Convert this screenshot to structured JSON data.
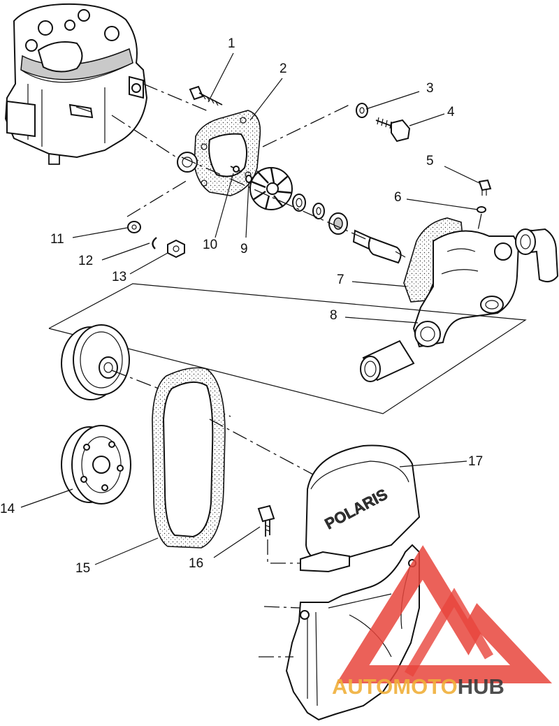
{
  "callouts": [
    {
      "id": "1",
      "text": "1"
    },
    {
      "id": "2",
      "text": "2"
    },
    {
      "id": "3",
      "text": "3"
    },
    {
      "id": "4",
      "text": "4"
    },
    {
      "id": "5",
      "text": "5"
    },
    {
      "id": "6",
      "text": "6"
    },
    {
      "id": "7",
      "text": "7"
    },
    {
      "id": "8",
      "text": "8"
    },
    {
      "id": "9",
      "text": "9"
    },
    {
      "id": "10",
      "text": "10"
    },
    {
      "id": "11",
      "text": "11"
    },
    {
      "id": "12",
      "text": "12"
    },
    {
      "id": "13",
      "text": "13"
    },
    {
      "id": "14",
      "text": "14"
    },
    {
      "id": "15",
      "text": "15"
    },
    {
      "id": "16",
      "text": "16"
    },
    {
      "id": "17",
      "text": "17"
    }
  ],
  "cover_logo": "POLARIS",
  "watermark": {
    "brand_left": "AUTOMOTO",
    "brand_right": "HUB",
    "color_primary": "#e8453c",
    "color_secondary": "#f0b03a",
    "color_dark": "#3a3a3a"
  }
}
